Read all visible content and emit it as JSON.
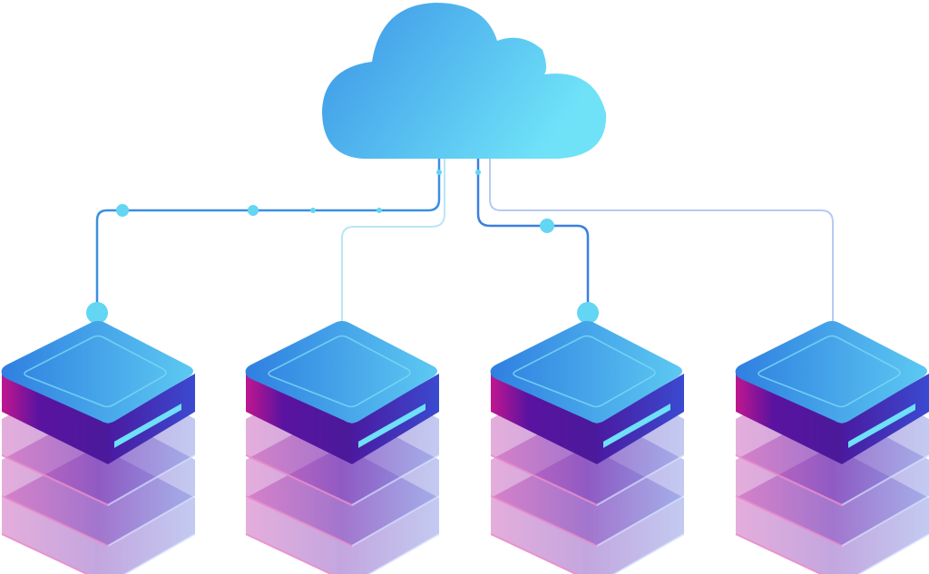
{
  "diagram": {
    "nodes": [
      {
        "id": "cloud",
        "kind": "cloud"
      },
      {
        "id": "server-1",
        "kind": "server-stack"
      },
      {
        "id": "server-2",
        "kind": "server-stack"
      },
      {
        "id": "server-3",
        "kind": "server-stack"
      },
      {
        "id": "server-4",
        "kind": "server-stack"
      }
    ],
    "edges": [
      {
        "from": "cloud",
        "to": "server-1",
        "style": "solid-dark",
        "color": "#3b8fe0"
      },
      {
        "from": "cloud",
        "to": "server-2",
        "style": "light",
        "color": "#b9e6f7"
      },
      {
        "from": "cloud",
        "to": "server-3",
        "style": "solid-dark",
        "color": "#3b7fe0"
      },
      {
        "from": "cloud",
        "to": "server-4",
        "style": "light",
        "color": "#b8c9f3"
      }
    ]
  },
  "colors": {
    "cloud_start": "#3a93e6",
    "cloud_end": "#6fe2f8",
    "server_top_start": "#2f7fe0",
    "server_top_end": "#5cc9f2",
    "server_side": "#5a1aa0",
    "server_accent": "#e0409a",
    "connector_dot": "#62d6f3"
  }
}
